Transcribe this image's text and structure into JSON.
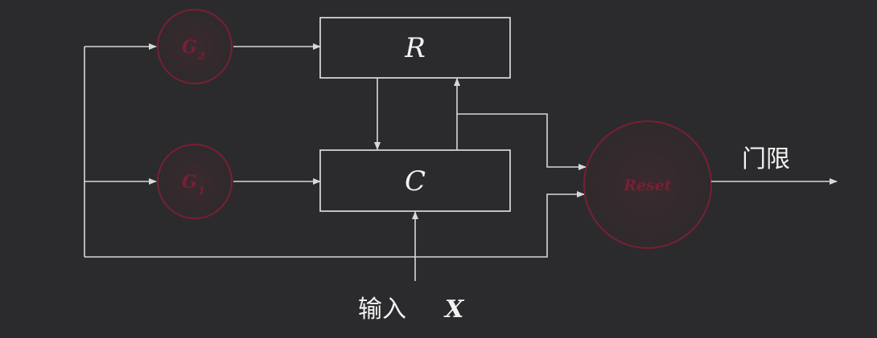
{
  "boxes": {
    "r": "R",
    "c": "C"
  },
  "gates": {
    "g_top": {
      "letter": "G",
      "subscript": "2"
    },
    "g_mid": {
      "letter": "G",
      "subscript": "1"
    },
    "reset": "Reset"
  },
  "labels": {
    "output": "门限",
    "input_prefix": "输入",
    "input_var": "X"
  },
  "colors": {
    "background": "#2b2b2d",
    "line": "#d8d8d8",
    "gate": "#7a1f33"
  }
}
